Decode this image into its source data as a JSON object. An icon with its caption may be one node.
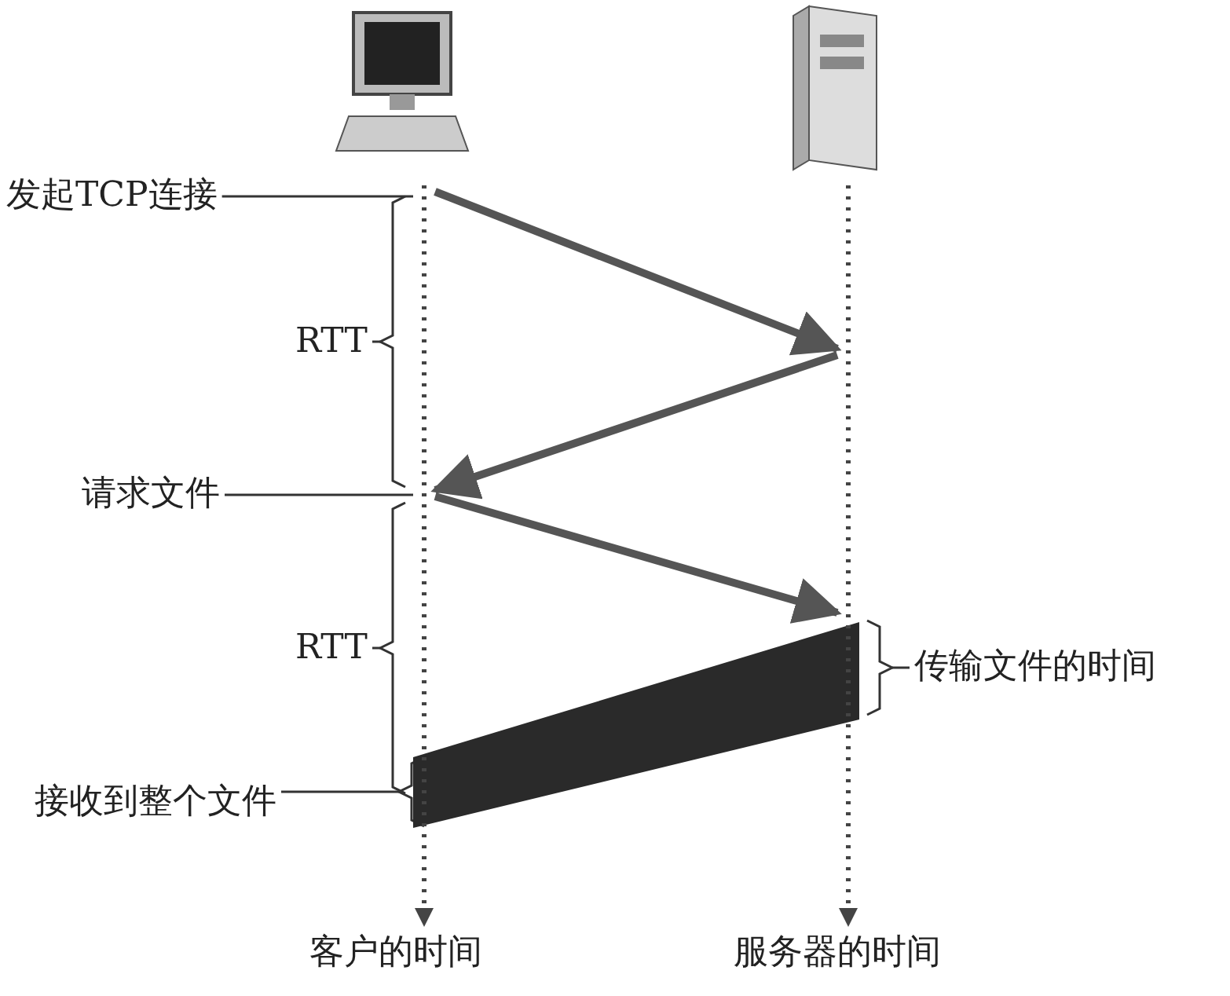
{
  "diagram": {
    "nodes": [
      {
        "text": [],
        "shape": "line",
        "beside": [
          "客户的时间"
        ]
      },
      {
        "text": [],
        "shape": "line",
        "beside": [
          "服务器的时间"
        ]
      },
      {
        "text": [
          "发起TCP连接"
        ]
      },
      {
        "text": [
          "请求文件"
        ]
      }
    ],
    "edges": [
      {
        "from": 0,
        "to": 1,
        "arrow": "to"
      },
      {
        "from": 1,
        "to": 0,
        "arrow": "to"
      },
      {
        "from": 0,
        "to": 1,
        "arrow": "to"
      },
      {
        "from": 1,
        "to": 0,
        "arrow": "none",
        "style": "thick"
      },
      {
        "from": 2,
        "to": 0,
        "arrow": "none"
      },
      {
        "from": 3,
        "to": 0,
        "arrow": "none"
      }
    ],
    "labels": [
      "RTT",
      "RTT",
      "传输文件的时间",
      "接收到整个文件"
    ]
  }
}
